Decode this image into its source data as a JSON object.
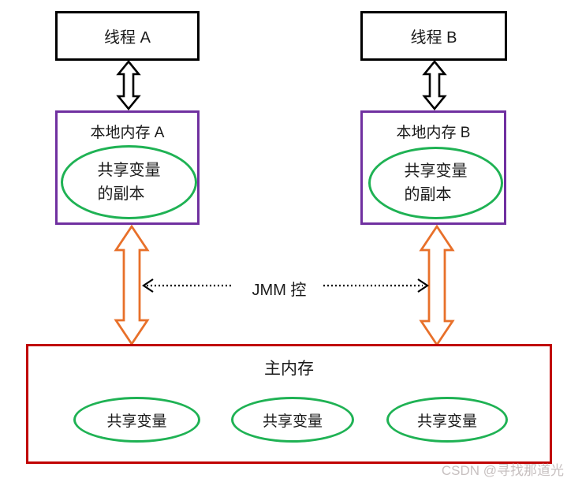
{
  "colors": {
    "ink": "#1a1a1a",
    "border-black": "#000000",
    "purple": "#7030A0",
    "green": "#1FB254",
    "orange": "#E8702A",
    "red": "#C00000",
    "watermark": "#C7C0C0"
  },
  "nodes": {
    "thread_a": {
      "label": "线程 A"
    },
    "thread_b": {
      "label": "线程 B"
    },
    "local_memory_a": {
      "title": "本地内存 A",
      "ellipse_line1": "共享变量",
      "ellipse_line2": "的副本"
    },
    "local_memory_b": {
      "title": "本地内存 B",
      "ellipse_line1": "共享变量",
      "ellipse_line2": "的副本"
    },
    "main_memory": {
      "title": "主内存",
      "ellipses": [
        "共享变量",
        "共享变量",
        "共享变量"
      ]
    }
  },
  "annotations": {
    "jmm_label": "JMM 控",
    "watermark": "CSDN @寻找那道光"
  }
}
